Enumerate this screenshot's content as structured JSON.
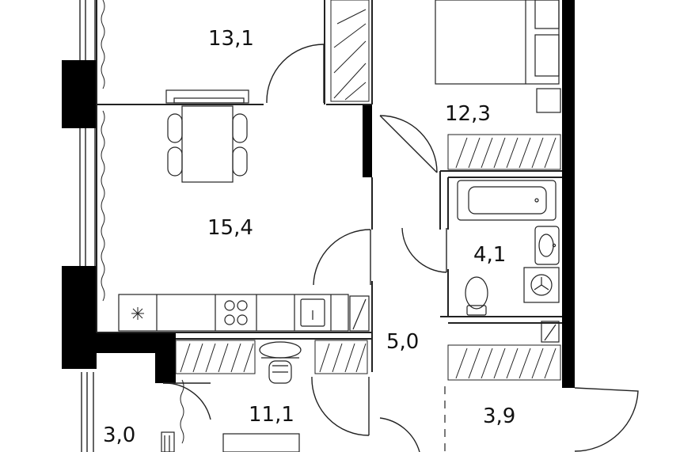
{
  "colors": {
    "wall": "#000000",
    "line": "#222222",
    "background": "#ffffff"
  },
  "rooms": [
    {
      "id": "bedroom-top",
      "area": "13,1"
    },
    {
      "id": "bedroom-right",
      "area": "12,3"
    },
    {
      "id": "kitchen-living",
      "area": "15,4"
    },
    {
      "id": "bathroom",
      "area": "4,1"
    },
    {
      "id": "hallway",
      "area": "5,0"
    },
    {
      "id": "room-bottom",
      "area": "11,1"
    },
    {
      "id": "balcony",
      "area": "3,0"
    },
    {
      "id": "entry",
      "area": "3,9"
    }
  ],
  "icons": [
    "stove-icon",
    "sink-icon",
    "dining-table-icon",
    "bed-icon",
    "bathtub-icon",
    "toilet-icon",
    "washbasin-icon",
    "washing-machine-icon",
    "desk-chair-icon",
    "wardrobe-icon"
  ]
}
